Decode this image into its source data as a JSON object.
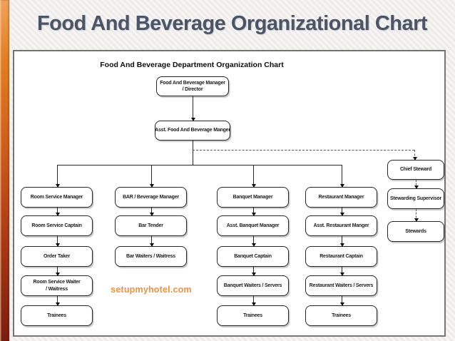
{
  "page_title": "Food And Beverage Organizational Chart",
  "colors": {
    "accent_bar_top": "#e17e22",
    "accent_bar_bottom": "#7a1d10",
    "page_title_text": "#4a5568",
    "watermark_text": "#f19238",
    "node_border": "#262626",
    "panel_border": "#757575"
  },
  "org": {
    "title": "Food And Beverage Department Organization Chart",
    "watermark": "setupmyhotel.com",
    "root": {
      "label": "Food And Beverage Manager\n/ Director"
    },
    "assistant": {
      "label": "Asst. Food And Beverage Manger"
    },
    "columns": [
      {
        "name": "room-service",
        "nodes": [
          {
            "label": "Room Service Manager"
          },
          {
            "label": "Room Service Captain"
          },
          {
            "label": "Order Taker"
          },
          {
            "label": "Room Service Waiter\n/ Waitress"
          },
          {
            "label": "Trainees"
          }
        ]
      },
      {
        "name": "bar-beverage",
        "nodes": [
          {
            "label": "BAR / Beverage Manager"
          },
          {
            "label": "Bar Tender"
          },
          {
            "label": "Bar Waiters / Waitress"
          }
        ]
      },
      {
        "name": "banquet",
        "nodes": [
          {
            "label": "Banquet Manager"
          },
          {
            "label": "Asst. Banquet Manager"
          },
          {
            "label": "Banquet Captain"
          },
          {
            "label": "Banquet Waiters / Servers"
          },
          {
            "label": "Trainees"
          }
        ]
      },
      {
        "name": "restaurant",
        "nodes": [
          {
            "label": "Restaurant Manager"
          },
          {
            "label": "Asst. Restaurant Manger"
          },
          {
            "label": "Restaurant Captain"
          },
          {
            "label": "Restaurant Waiters / Servers"
          },
          {
            "label": "Trainees"
          }
        ]
      },
      {
        "name": "stewarding",
        "nodes": [
          {
            "label": "Chief Steward"
          },
          {
            "label": "Stewarding Supervisor"
          },
          {
            "label": "Stewards"
          }
        ]
      }
    ]
  }
}
